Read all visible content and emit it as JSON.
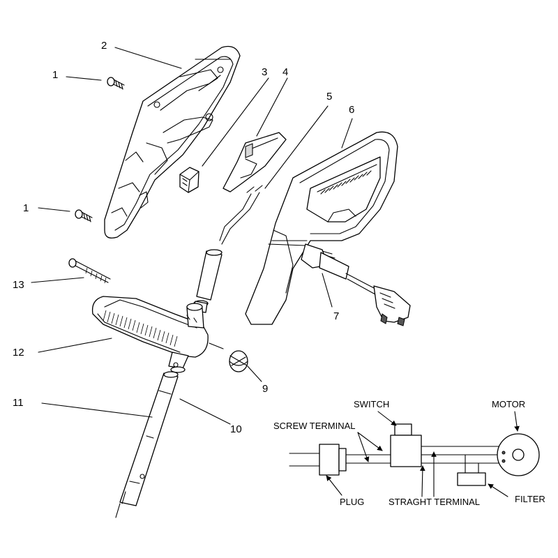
{
  "callouts": {
    "c1a": "1",
    "c1b": "1",
    "c2": "2",
    "c3": "3",
    "c4": "4",
    "c5": "5",
    "c6": "6",
    "c7": "7",
    "c9": "9",
    "c10": "10",
    "c11": "11",
    "c12": "12",
    "c13": "13"
  },
  "wiring": {
    "switch": "SWITCH",
    "motor": "MOTOR",
    "screw_terminal": "SCREW TERMINAL",
    "plug": "PLUG",
    "straight_terminal": "STRAGHT TERMINAL",
    "filter": "FILTER"
  }
}
